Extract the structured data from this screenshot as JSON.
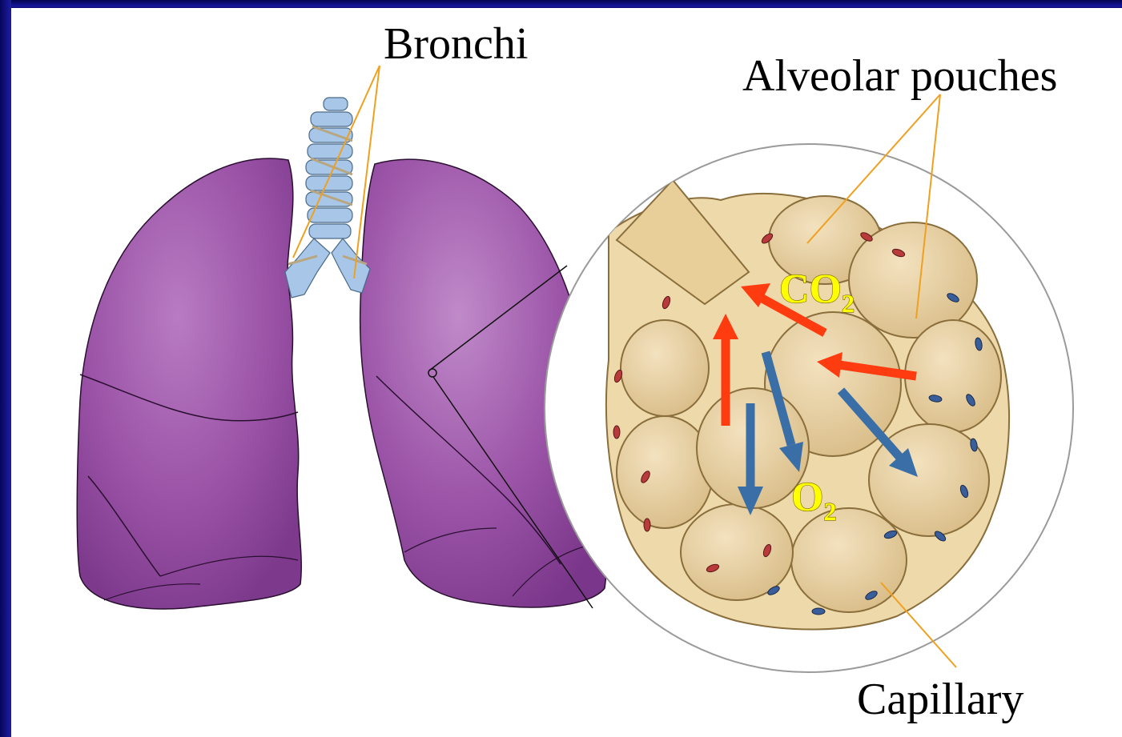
{
  "labels": {
    "bronchi": "Bronchi",
    "alveolar_pouches": "Alveolar pouches",
    "capillary": "Capillary"
  },
  "gases": {
    "co2_main": "CO",
    "co2_sub": "2",
    "o2_main": "O",
    "o2_sub": "2"
  },
  "colors": {
    "background": "#0a0a6e",
    "lung": "#9a52a6",
    "alveoli": "#eed9ab",
    "co2_arrow": "#ff3b10",
    "o2_arrow": "#3a6ea6",
    "leader_line": "#f0a020",
    "gas_text": "#ffff00"
  }
}
